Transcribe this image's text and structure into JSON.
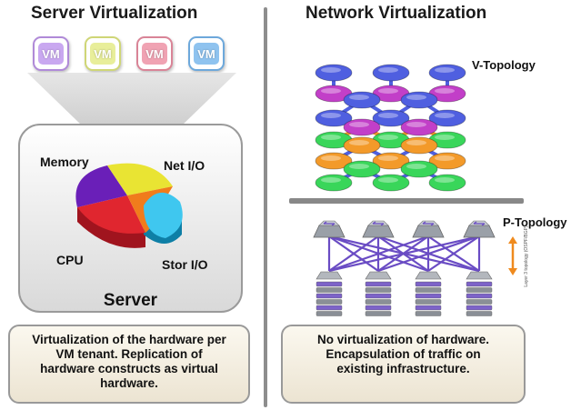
{
  "left": {
    "title": "Server Virtualization",
    "vms": [
      {
        "label": "VM",
        "color": "#c9a8f0",
        "border": "#b08ad8"
      },
      {
        "label": "VM",
        "color": "#e8ee9a",
        "border": "#cfd676"
      },
      {
        "label": "VM",
        "color": "#f0a3b3",
        "border": "#d98497"
      },
      {
        "label": "VM",
        "color": "#8fc3ef",
        "border": "#6da8db"
      }
    ],
    "resources": {
      "memory": "Memory",
      "net_io": "Net I/O",
      "cpu": "CPU",
      "stor_io": "Stor I/O"
    },
    "server_label": "Server",
    "caption": [
      "Virtualization of the hardware per",
      "VM tenant.  Replication of",
      "hardware constructs as virtual",
      "hardware."
    ]
  },
  "right": {
    "title": "Network Virtualization",
    "v_topology_label": "V-Topology",
    "p_topology_label": "P-Topology",
    "layer_note": "Layer 3 topology (OSPF/BGP)",
    "caption": [
      "No virtualization of hardware.",
      "Encapsulation of traffic on",
      "existing infrastructure."
    ]
  },
  "colors": {
    "divider": "#8d8d8d",
    "v_blue": "#4f5fe0",
    "v_magenta": "#c23fc8",
    "v_orange": "#f39a2a",
    "v_green": "#39d65a",
    "p_purple": "#6a4cc4",
    "arrow_orange": "#ef8a1e"
  }
}
